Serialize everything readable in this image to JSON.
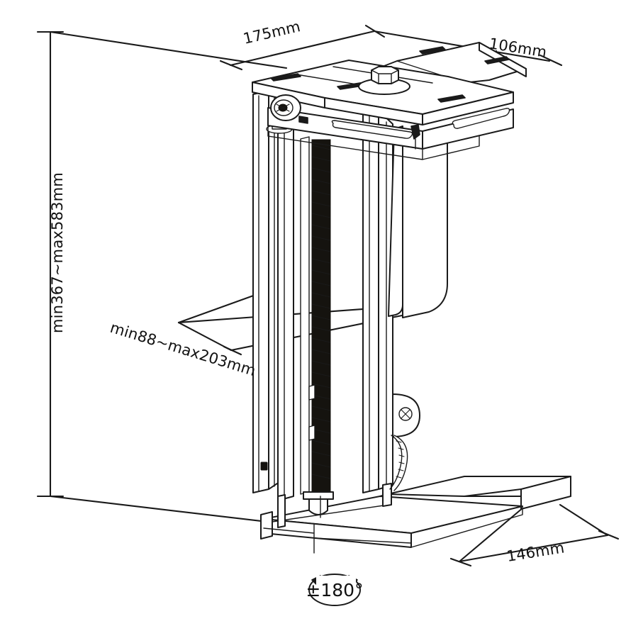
{
  "figure": {
    "type": "technical-dimension-drawing",
    "subject": "Under-desk CPU holder / computer tower mount bracket",
    "background_color": "#ffffff",
    "line_color": "#1a1a1a"
  },
  "dimensions": {
    "top_width": {
      "label": "175mm",
      "value": 175,
      "unit": "mm",
      "axis": "depth-top-plate"
    },
    "top_depth": {
      "label": "106mm",
      "value": 106,
      "unit": "mm",
      "axis": "width-top-plate"
    },
    "height": {
      "label": "min367~max583mm",
      "min": 367,
      "max": 583,
      "unit": "mm",
      "axis": "vertical-height-range",
      "orientation": "vertical"
    },
    "clamp_width": {
      "label": "min88~max203mm",
      "min": 88,
      "max": 203,
      "unit": "mm",
      "axis": "adjustable-clamp-width"
    },
    "base_depth": {
      "label": "146mm",
      "value": 146,
      "unit": "mm",
      "axis": "base-tray-depth"
    }
  },
  "annotations": {
    "rotation": {
      "label": "±180°",
      "value": 180,
      "unit": "degrees",
      "icon": "rotation-arrow-icon"
    }
  }
}
